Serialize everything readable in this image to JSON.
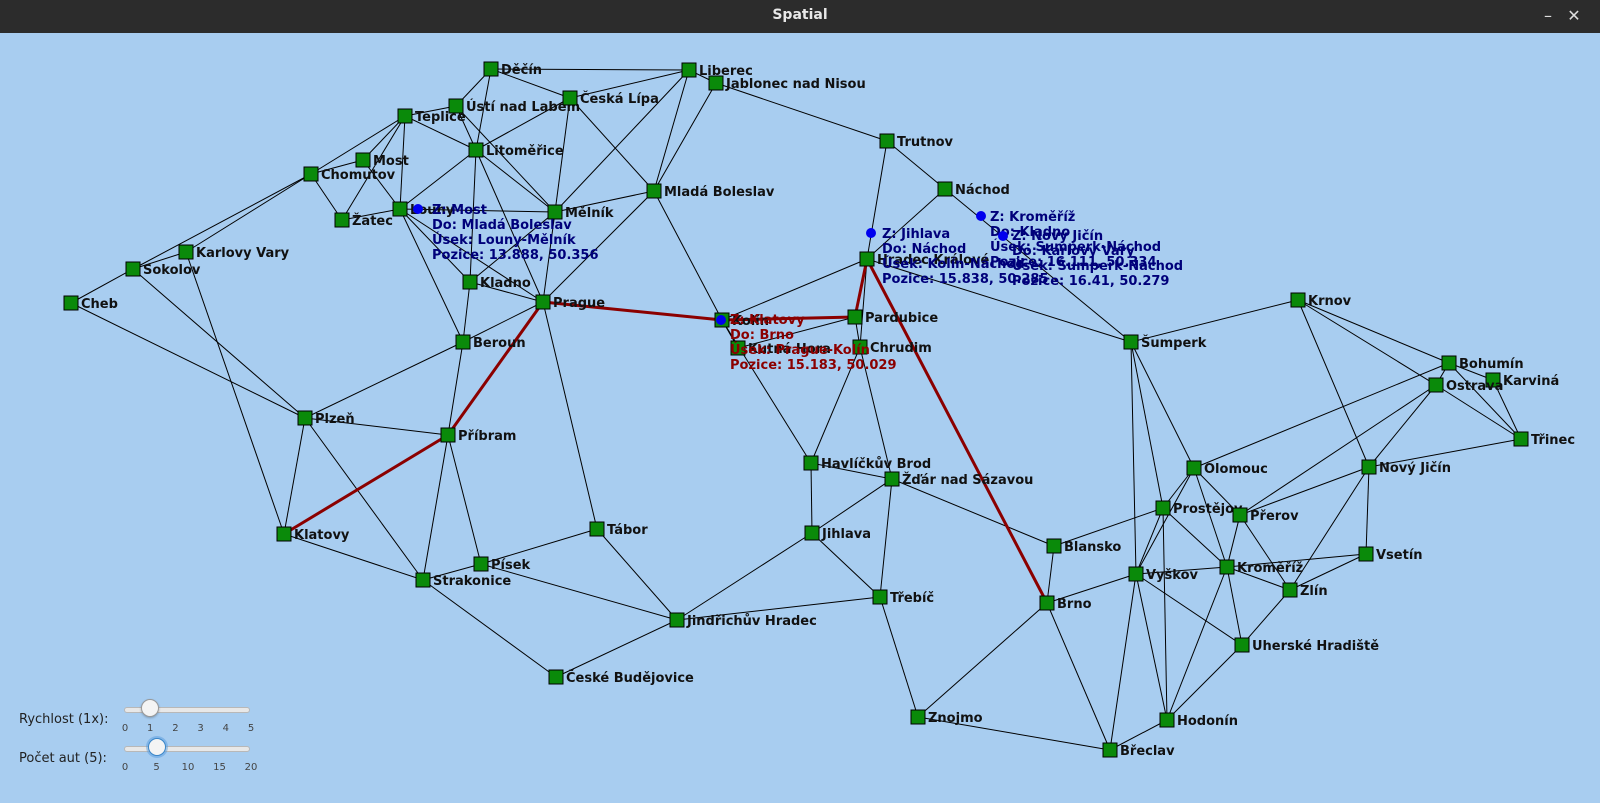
{
  "window": {
    "title": "Spatial",
    "min_glyph": "–",
    "close_glyph": "✕"
  },
  "colors": {
    "background": "#a8cdf0",
    "node_fill": "#0a8a0a",
    "edge": "#000000",
    "route": "#8b0000",
    "car_blue": "#0000ee",
    "label_blue": "#00007a",
    "label_red": "#8b0000"
  },
  "map": {
    "cities": [
      {
        "name": "Děčín"
      },
      {
        "name": "Liberec"
      },
      {
        "name": "Ústí nad Labem"
      },
      {
        "name": "Jablonec nad Nisou"
      },
      {
        "name": "Česká Lípa"
      },
      {
        "name": "Teplice"
      },
      {
        "name": "Trutnov"
      },
      {
        "name": "Litoměřice"
      },
      {
        "name": "Most"
      },
      {
        "name": "Chomutov"
      },
      {
        "name": "Náchod"
      },
      {
        "name": "Mladá Boleslav"
      },
      {
        "name": "Louny"
      },
      {
        "name": "Mělník"
      },
      {
        "name": "Žatec"
      },
      {
        "name": "Karlovy Vary"
      },
      {
        "name": "Hradec Králové"
      },
      {
        "name": "Sokolov"
      },
      {
        "name": "Kladno"
      },
      {
        "name": "Cheb"
      },
      {
        "name": "Prague"
      },
      {
        "name": "Krnov"
      },
      {
        "name": "Kolín"
      },
      {
        "name": "Pardubice"
      },
      {
        "name": "Beroun"
      },
      {
        "name": "Šumperk"
      },
      {
        "name": "Kutná Hora"
      },
      {
        "name": "Chrudim"
      },
      {
        "name": "Bohumín"
      },
      {
        "name": "Karviná"
      },
      {
        "name": "Ostrava"
      },
      {
        "name": "Plzeň"
      },
      {
        "name": "Příbram"
      },
      {
        "name": "Třinec"
      },
      {
        "name": "Havlíčkův Brod"
      },
      {
        "name": "Olomouc"
      },
      {
        "name": "Nový Jičín"
      },
      {
        "name": "Žďár nad Sázavou"
      },
      {
        "name": "Prostějov"
      },
      {
        "name": "Přerov"
      },
      {
        "name": "Tábor"
      },
      {
        "name": "Klatovy"
      },
      {
        "name": "Jihlava"
      },
      {
        "name": "Blansko"
      },
      {
        "name": "Vsetín"
      },
      {
        "name": "Písek"
      },
      {
        "name": "Kroměříž"
      },
      {
        "name": "Vyškov"
      },
      {
        "name": "Strakonice"
      },
      {
        "name": "Zlín"
      },
      {
        "name": "Třebíč"
      },
      {
        "name": "Brno"
      },
      {
        "name": "Jindřichův Hradec"
      },
      {
        "name": "Uherské Hradiště"
      },
      {
        "name": "České Budějovice"
      },
      {
        "name": "Znojmo"
      },
      {
        "name": "Hodonín"
      },
      {
        "name": "Břeclav"
      }
    ],
    "cars": [
      {
        "lines": [
          "Z: Most",
          "Do: Mladá Boleslav",
          "Úsek: Louny-Mělník",
          "Pozice: 13.888, 50.356"
        ],
        "color": "blue"
      },
      {
        "lines": [
          "Z: Jihlava",
          "Do: Náchod",
          "Úsek: Kolín-Náchod",
          "Pozice: 15.838, 50.285"
        ],
        "color": "blue"
      },
      {
        "lines": [
          "Z: Kroměříž",
          "Do: Kladno",
          "Úsek: Šumperk-Náchod",
          "Pozice: 16.111, 50.334"
        ],
        "color": "blue"
      },
      {
        "lines": [
          "Z: Nový Jičín",
          "Do: Karlovy Vary",
          "Úsek: Šumperk-Náchod",
          "Pozice: 16.41, 50.279"
        ],
        "color": "blue"
      },
      {
        "lines": [
          "Z: Klatovy",
          "Do: Brno",
          "Úsek: Prague-Kolín",
          "Pozice: 15.183, 50.029"
        ],
        "color": "red"
      }
    ]
  },
  "controls": {
    "speed": {
      "label": "Rychlost (1x):",
      "ticks": [
        "0",
        "1",
        "2",
        "3",
        "4",
        "5"
      ],
      "value": 1,
      "max": 5
    },
    "cars": {
      "label": "Počet aut (5):",
      "ticks": [
        "0",
        "5",
        "10",
        "15",
        "20"
      ],
      "value": 5,
      "max": 20
    }
  }
}
